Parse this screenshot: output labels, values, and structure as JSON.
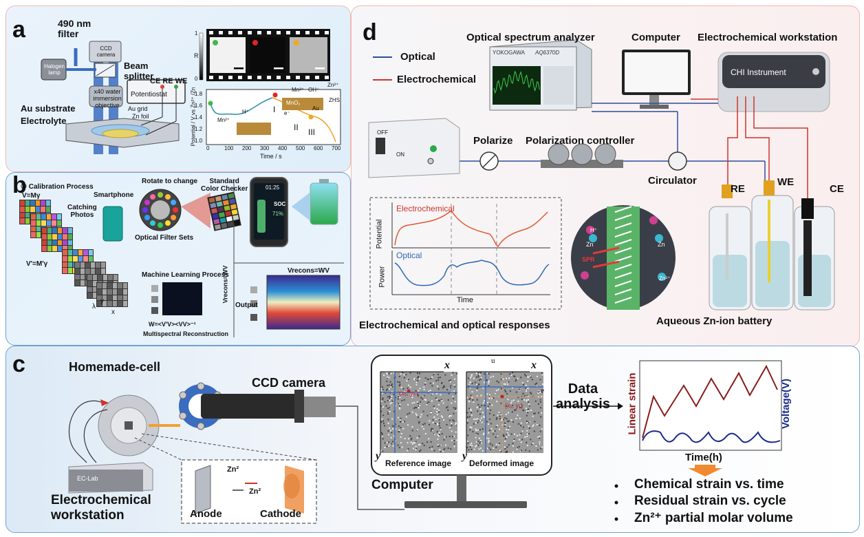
{
  "panel_a": {
    "letter": "a",
    "filter": "490 nm\nfilter",
    "ccd": "CCD camera",
    "beam_splitter": "Beam\nsplitter",
    "halogen": "Halogen lamp",
    "objective": "x40 water immersion objective",
    "potentiostat": "Potentiostat",
    "electrodes": "CE RE WE",
    "au_grid": "Au grid",
    "zn_foil": "Zn foil",
    "au_substrate": "Au substrate",
    "electrolyte": "Electrolyte",
    "colorbar_top": "1",
    "colorbar_bottom": "0",
    "colorbar_label": "R",
    "y_axis": "Potential / V vs Zn²⁺ /Zn",
    "x_axis": "Time / s",
    "x_ticks": [
      "0",
      "100",
      "200",
      "300",
      "400",
      "500",
      "600",
      "700"
    ],
    "y_ticks": [
      "1.8",
      "1.6",
      "1.4",
      "1.2",
      "1.0"
    ],
    "inset_labels": {
      "mn2_top": "Mn²⁺",
      "oh": "OH⁻",
      "zn2": "Zn²⁺",
      "mno2": "MnO₂",
      "au": "Au",
      "zhs": "ZHS",
      "h": "H⁺",
      "e": "e⁻",
      "mn2_left": "Mn²⁺",
      "I": "I",
      "II": "II",
      "III": "III"
    }
  },
  "panel_b": {
    "letter": "b",
    "calibration": "① Calibration Process",
    "v_my": "V=Mγ",
    "smartphone": "Smartphone",
    "rotate": "Rotate to change",
    "standard": "Standard\nColor Checker",
    "catching": "Catching\nPhotos",
    "filter_sets": "Optical Filter Sets",
    "vprime": "V'=M'γ",
    "ml": "Machine Learning Process",
    "w_eq": "W=<V'V><VV>⁻¹",
    "multispectral": "Multispectral Reconstruction",
    "vrecons": "Vrecons=WV",
    "vrecons2": "Vrecons=WV",
    "output": "Output",
    "phone_time": "01:25",
    "phone_soc": "SOC",
    "phone_pct": "71%",
    "axes": [
      "y",
      "x",
      "λ"
    ]
  },
  "panel_c": {
    "letter": "c",
    "homemade": "Homemade-cell",
    "ccd": "CCD camera",
    "ec_lab": "EC-Lab",
    "workstation": "Electrochemical\nworkstation",
    "zn_top": "Zn²",
    "zn_bottom": "Zn²",
    "anode": "Anode",
    "cathode": "Cathode",
    "ref_image": "Reference image",
    "def_image": "Deformed image",
    "ref_point": "(x₀, y₀)",
    "def_point": "(x₁, y₁)",
    "x_axis": "x",
    "y_axis": "y",
    "u": "u",
    "v": "v",
    "computer": "Computer",
    "data": "Data\nanalysis",
    "linear_strain": "Linear strain",
    "voltage": "Voltage(V)",
    "time": "Time(h)",
    "bullets": [
      "Chemical strain vs. time",
      "Residual strain vs. cycle",
      "Zn²⁺ partial molar volume"
    ]
  },
  "panel_d": {
    "letter": "d",
    "legend_optical": "Optical",
    "legend_electrochemical": "Electrochemical",
    "osa": "Optical spectrum analyzer",
    "osa_brand": "YOKOGAWA",
    "osa_model": "AQ6370D",
    "computer": "Computer",
    "ec_workstation": "Electrochemical workstation",
    "chi": "CHI Instrument",
    "off": "OFF",
    "on": "ON",
    "polarize": "Polarize",
    "pol_controller": "Polarization controller",
    "circulator": "Circulator",
    "re": "RE",
    "we": "WE",
    "ce": "CE",
    "plot_echem": "Electrochemical",
    "plot_optical": "Optical",
    "plot_potential": "Potential",
    "plot_power": "Power",
    "plot_time": "Time",
    "responses": "Electrochemical and optical responses",
    "battery": "Aqueous Zn-ion battery",
    "zn_labels": [
      "Zn",
      "Zn",
      "Zn²⁺"
    ],
    "h_label": "H⁺",
    "spr": "SPR"
  },
  "colors": {
    "optical": "#2c4e9a",
    "electrochemical": "#d0322a",
    "strain": "#8b1a1a",
    "voltage": "#1a2a8b",
    "orange": "#f08a30"
  }
}
